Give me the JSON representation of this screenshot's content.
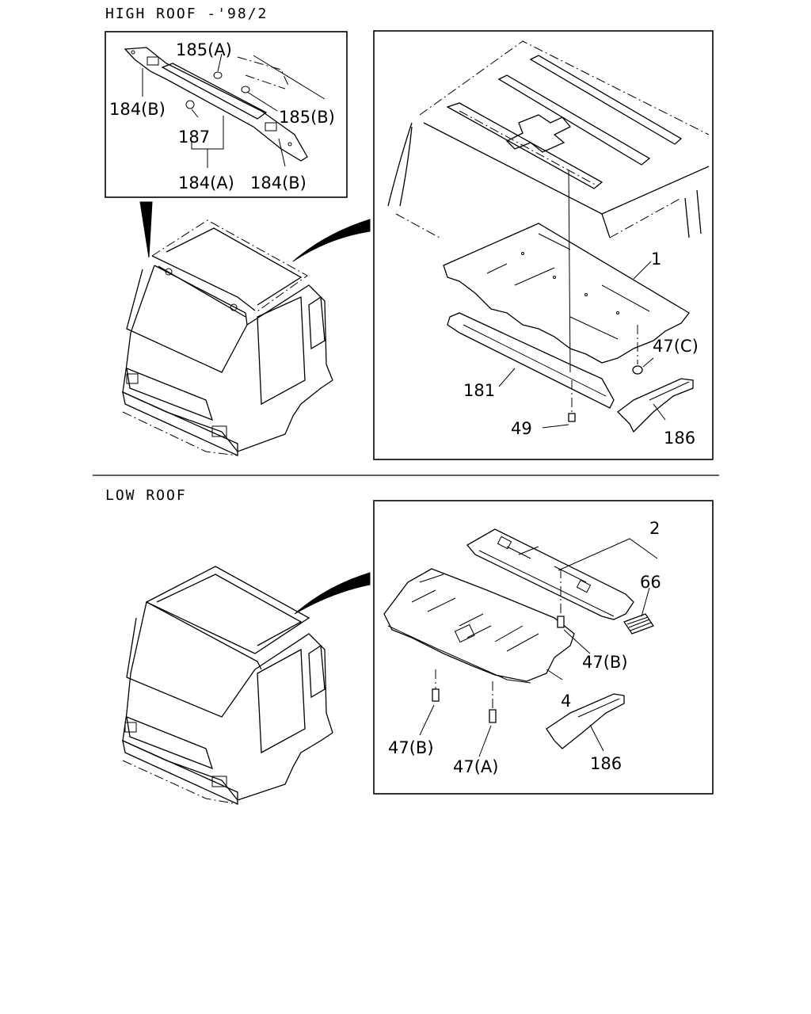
{
  "sections": {
    "high_roof_title": "HIGH ROOF -'98/2",
    "low_roof_title": "LOW ROOF"
  },
  "labels": {
    "p185a": "185(A)",
    "p184b_left": "184(B)",
    "p185b": "185(B)",
    "p187": "187",
    "p184a": "184(A)",
    "p184b_right": "184(B)",
    "p1": "1",
    "p47c": "47(C)",
    "p181": "181",
    "p49": "49",
    "p186_top": "186",
    "p2": "2",
    "p66": "66",
    "p47b_right": "47(B)",
    "p4": "4",
    "p47b_left": "47(B)",
    "p47a": "47(A)",
    "p186_bottom": "186"
  }
}
